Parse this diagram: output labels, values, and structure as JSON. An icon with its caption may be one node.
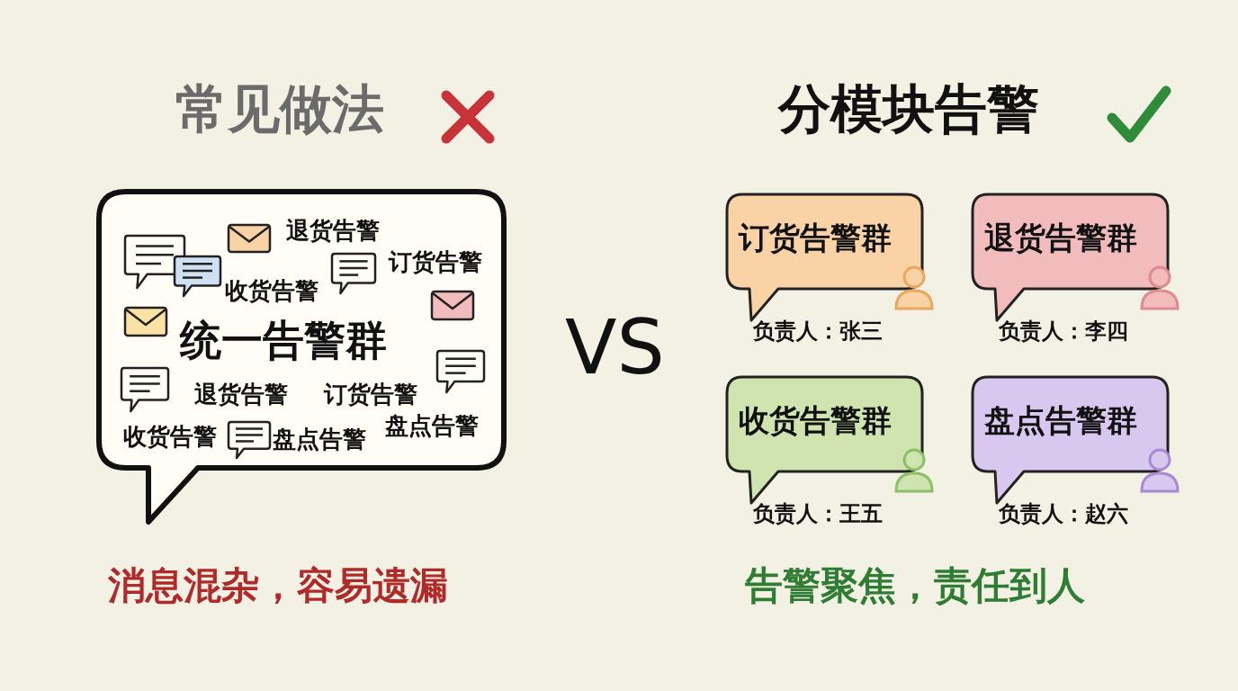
{
  "diagram": {
    "nodes": [
      {
        "text": [
          "统一告警群"
        ]
      },
      {
        "text": [
          "订货告警群"
        ],
        "beside": [
          "负责人：张三"
        ]
      },
      {
        "text": [
          "退货告警群"
        ],
        "beside": [
          "负责人：李四"
        ]
      },
      {
        "text": [
          "收货告警群"
        ],
        "beside": [
          "负责人：王五"
        ]
      },
      {
        "text": [
          "盘点告警群"
        ],
        "beside": [
          "负责人：赵六"
        ]
      }
    ],
    "edges": [],
    "labels": [
      "常见做法",
      "分模块告警",
      "退货告警",
      "订货告警",
      "收货告警",
      "退货告警",
      "订货告警",
      "收货告警",
      "盘点告警",
      "盘点告警",
      "VS",
      "消息混杂，容易遗漏",
      "告警聚焦，责任到人"
    ]
  }
}
